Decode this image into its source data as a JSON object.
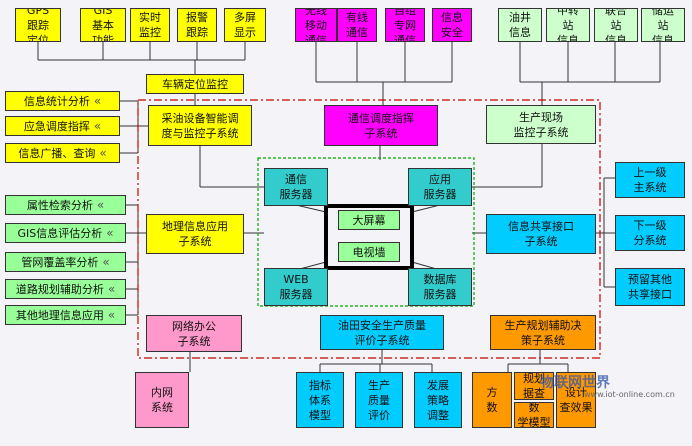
{
  "top_left": [
    "GPS\n跟踪\n定位",
    "GIS\n基本\n功能",
    "实时\n监控",
    "报警\n跟踪",
    "多屏\n显示"
  ],
  "top_mid": [
    "无线\n移动\n通信",
    "有线\n通信",
    "自组\n专网\n通信",
    "信息\n安全"
  ],
  "top_right": [
    "油井\n信息",
    "中转\n站\n信息",
    "联合\n站\n信息",
    "储运\n站\n信息"
  ],
  "vehicle": "车辆定位监控",
  "left_top": [
    "信息统计分析",
    "应急调度指挥",
    "信息广播、查询"
  ],
  "left_mid": [
    "属性检索分析",
    "GIS信息评估分析",
    "管网覆盖率分析",
    "道路规划辅助分析",
    "其他地理信息应用"
  ],
  "right_list": [
    "上一级\n主系统",
    "下一级\n分系统",
    "预留其他\n共享接口"
  ],
  "center": {
    "oil_monitor": "采油设备智能调\n度与监控子系统",
    "dispatch": "通信调度指挥\n子系统",
    "production": "生产现场\n监控子系统",
    "comm_server": "通信\n服务器",
    "app_server": "应用\n服务器",
    "web_server": "WEB\n服务器",
    "db_server": "数据库\n服务器",
    "big_screen": "大屏幕",
    "tv_wall": "电视墙",
    "geo": "地理信息应用\n子系统",
    "share": "信息共享接口\n子系统",
    "office": "网络办公\n子系统",
    "safety": "油田安全生产质量\n评价子系统",
    "planning": "生产规划辅助决\n策子系统"
  },
  "bottom_left": "内网\n系统",
  "bottom_mid": [
    "指标\n体系\n模型",
    "生产\n质量\n评价",
    "发展\n策略\n调整"
  ],
  "bottom_right": [
    "方\n数",
    "规划\n据查",
    "数\n学模型",
    "设计\n查效果"
  ],
  "watermark": {
    "name": "物联网世界",
    "url": "www.iot-online.com.cn"
  },
  "colors": {
    "yellow": "#ffff00",
    "magenta": "#ff00ff",
    "mint": "#ccffcc",
    "green": "#99ff99",
    "cyan": "#00ccff",
    "teal": "#33cccc",
    "pink": "#ff99cc",
    "orange": "#ff9900",
    "dashed_red": "#cc0000",
    "dashed_green": "#00aa00"
  }
}
